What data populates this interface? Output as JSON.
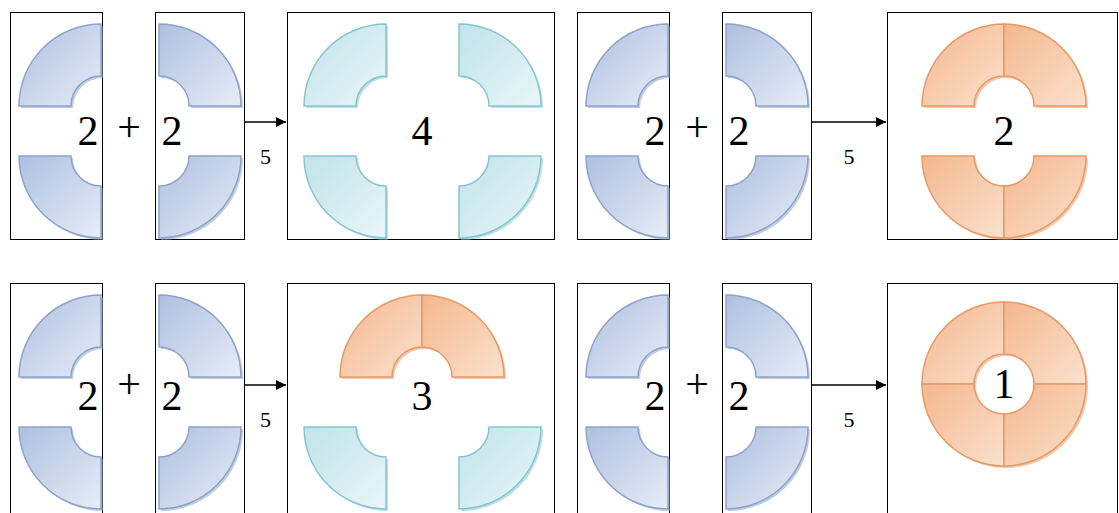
{
  "diagram": {
    "nodes": [
      {
        "text": [
          "2"
        ]
      },
      {
        "text": [
          "2"
        ]
      },
      {
        "text": [
          "4"
        ]
      },
      {
        "text": [
          "2"
        ]
      },
      {
        "text": [
          "2"
        ]
      },
      {
        "text": [
          "2"
        ]
      },
      {
        "text": [
          "2"
        ]
      },
      {
        "text": [
          "2"
        ]
      },
      {
        "text": [
          "3"
        ]
      },
      {
        "text": [
          "2"
        ]
      },
      {
        "text": [
          "2"
        ]
      },
      {
        "text": [
          "1"
        ]
      }
    ],
    "edges": [
      {
        "from": 1,
        "to": 2,
        "arrow": "to",
        "label": "5"
      },
      {
        "from": 4,
        "to": 5,
        "arrow": "to",
        "label": "5"
      },
      {
        "from": 7,
        "to": 8,
        "arrow": "to",
        "label": "5"
      },
      {
        "from": 10,
        "to": 11,
        "arrow": "to",
        "label": "5"
      }
    ],
    "labels": [
      "+",
      "+",
      "+",
      "+"
    ]
  }
}
